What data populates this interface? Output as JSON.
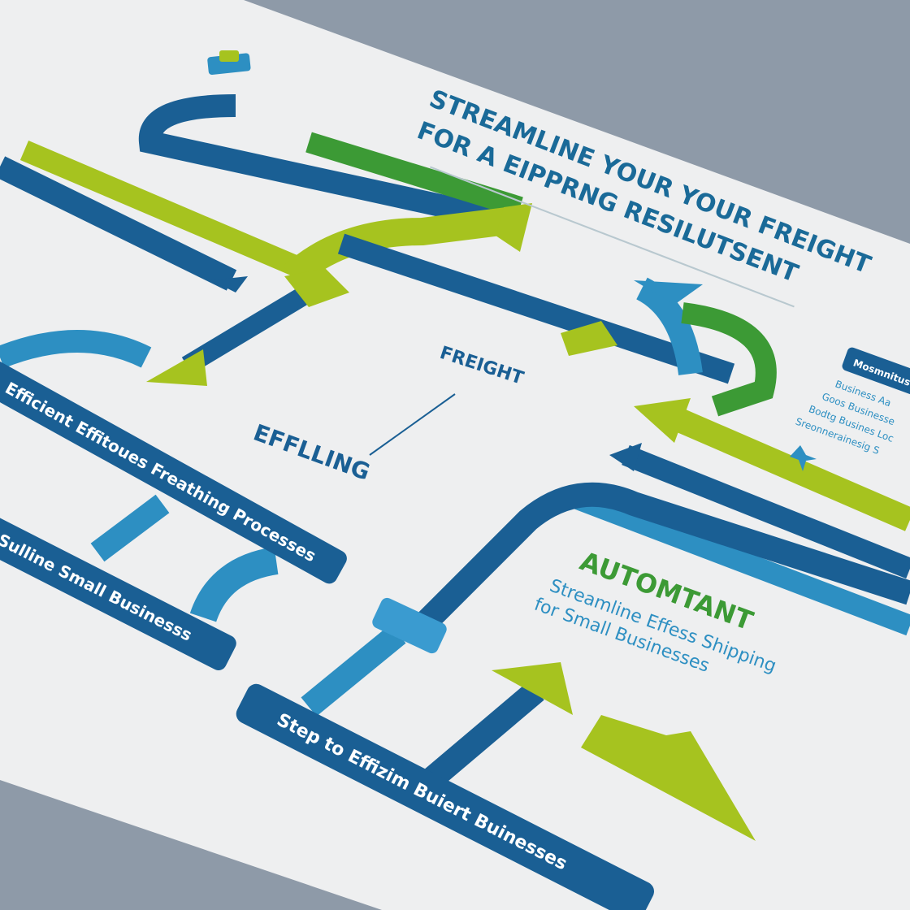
{
  "poster": {
    "title_line1": "STREAMLINE YOUR YOUR FREIGHT",
    "title_line2": "FOR A EIPPRNG RESILUTSENT",
    "center_label_top": "FREIGHT",
    "center_label_bottom": "EFFLLING",
    "bar_label_1": "Efficient Effitoues Freathing Processes",
    "bar_label_2": "Sulline Small Businesss",
    "bar_label_3": "Step to Effizim Buiert Buinesses",
    "auto_heading": "AUTOMTANT",
    "auto_line1": "Streamline Effess Shipping",
    "auto_line2": "for  Small Businesses",
    "panel_header": "Mosmnitus",
    "panel_items": [
      "Business Aa",
      "Goos Businesse",
      "Bodtg Busines Loc",
      "Sreonnerainesig S"
    ]
  },
  "colors": {
    "background": "#8e9aa8",
    "paper": "#eeeff0",
    "dark_blue": "#1a5f94",
    "mid_blue": "#2d8fc2",
    "lime": "#a6c31f",
    "green": "#3c9a35"
  }
}
